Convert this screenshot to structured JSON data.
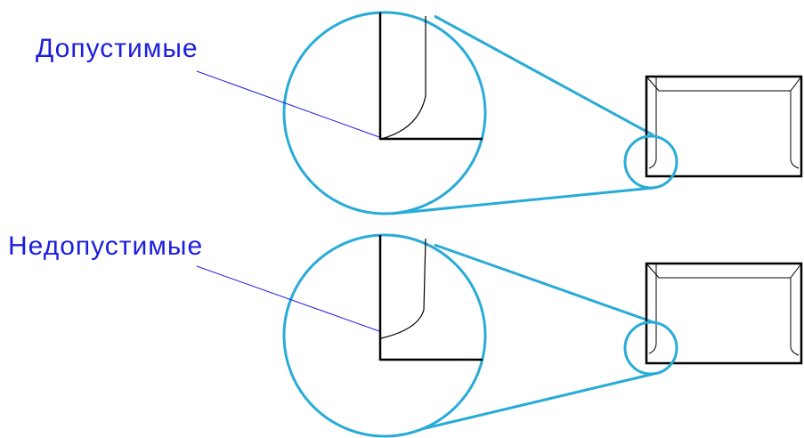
{
  "labels": {
    "acceptable": "Допустимые",
    "unacceptable": "Недопустимые"
  },
  "colors": {
    "label_text": "#1d1de0",
    "leader_line": "#1d1de0",
    "magnifier": "#29abd8",
    "outline": "#000000"
  },
  "icons": {
    "magnifier": "magnifier-circle",
    "envelope": "envelope-icon"
  }
}
